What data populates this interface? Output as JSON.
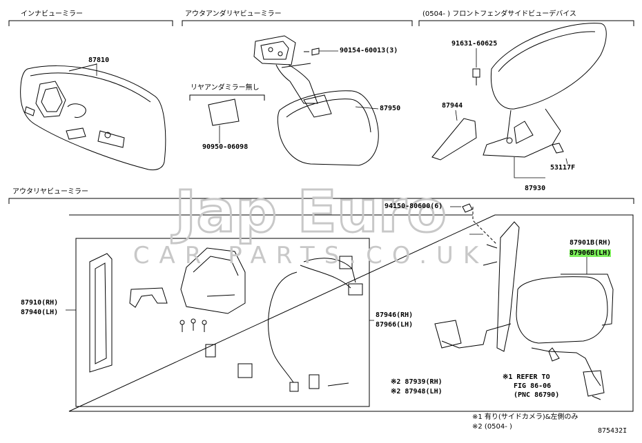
{
  "sections": {
    "inner_mirror": "インナビューミラー",
    "outer_rear_mirror_top": "アウタアンダリヤビューミラー",
    "fender_device": "(0504-        )  フロントフェンダサイドビューデバイス",
    "outer_mirror": "アウタリヤビューミラー"
  },
  "labels": {
    "p87810": "87810",
    "p90154": "90154-60013(3)",
    "rear_under_none": "リヤアンダミラー無し",
    "p87950": "87950",
    "p90950": "90950-06098",
    "p91631": "91631-60625",
    "p87944": "87944",
    "p53117": "53117F",
    "p87930": "87930",
    "p94150": "94150-80600(6)",
    "p87901": "87901B(RH)",
    "p87906": "87906B(LH)",
    "p87910": "87910(RH)",
    "p87940": "87940(LH)",
    "p87946": "87946(RH)",
    "p87966": "87966(LH)",
    "p87939": "※2 87939(RH)",
    "p87948": "※2 87948(LH)",
    "refer1": "※1 REFER TO",
    "refer2": "FIG 86-06",
    "refer3": "(PNC 86790)",
    "note1": "※1 有り(サイドカメラ)&左側のみ",
    "note2": "※2 (0504-          )",
    "figno": "875432I"
  },
  "watermark": {
    "line1": "Jap Euro",
    "line2": "CAR PARTS.CO.UK"
  },
  "colors": {
    "highlight": "#7cf05a",
    "line": "#000000",
    "watermark": "#c8c8c8"
  }
}
